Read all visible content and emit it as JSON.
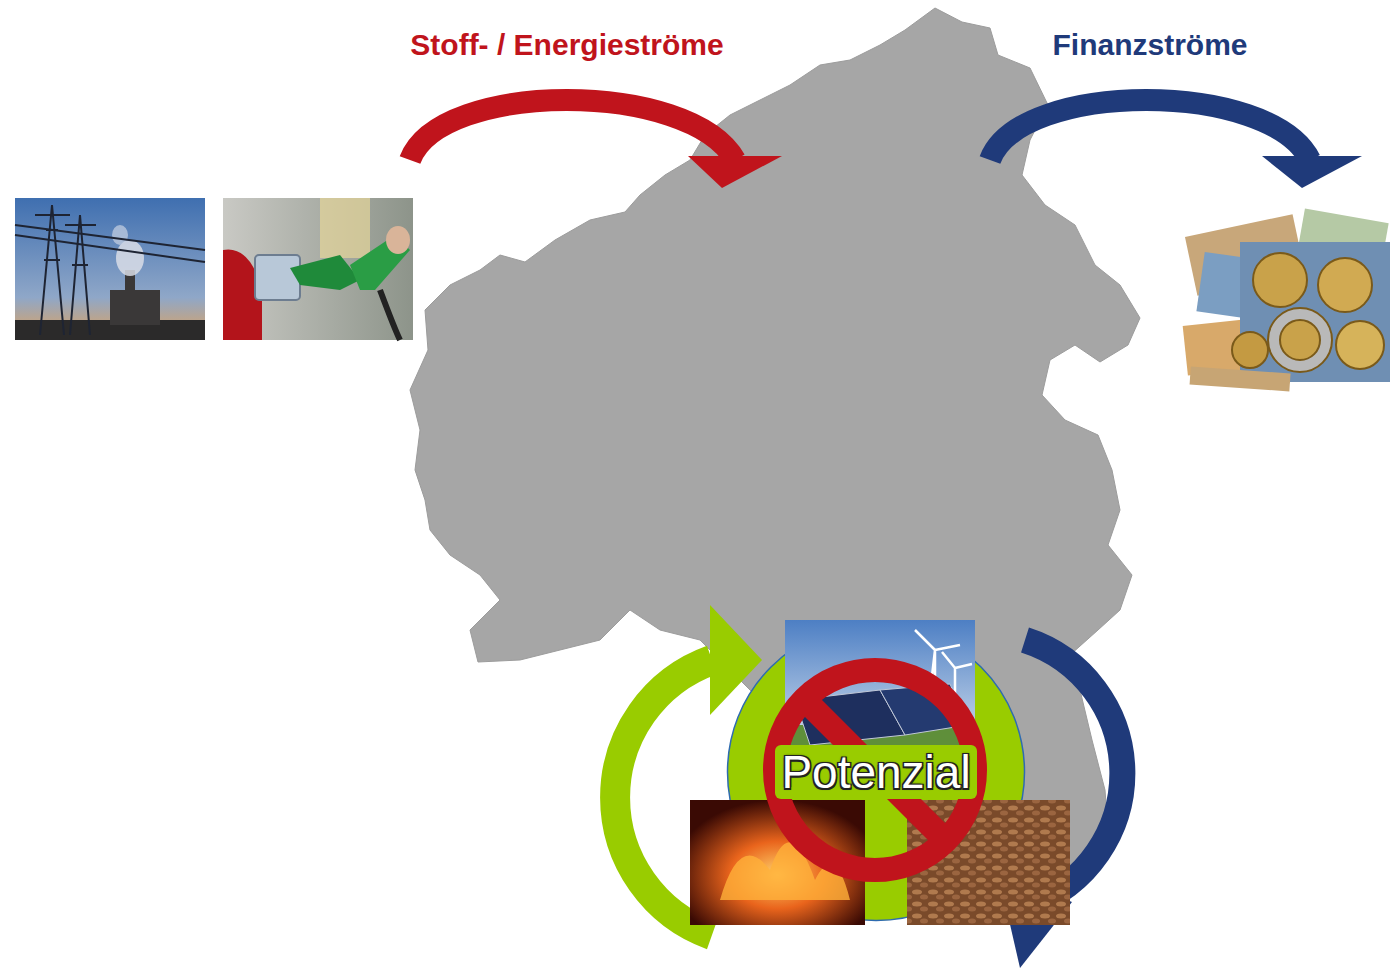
{
  "diagram": {
    "nodes": [
      {
        "text": [
          "Potenzial"
        ]
      }
    ],
    "labels": [
      "Stoff- / Energieströme",
      "Finanzströme"
    ]
  }
}
